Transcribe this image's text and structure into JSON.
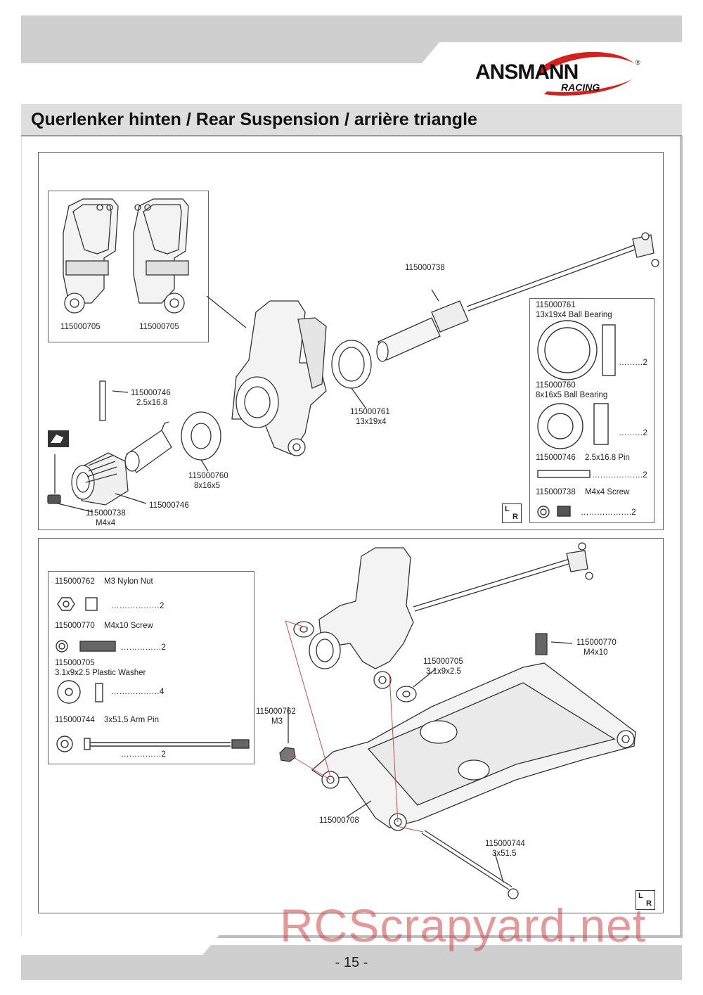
{
  "header": {
    "brand": "ANSMANN",
    "brand_sub": "RACING",
    "registered": "®"
  },
  "title": "Querlenker hinten / Rear Suspension / arrière triangle",
  "panel1": {
    "inset_labels": [
      "115000705",
      "115000705"
    ],
    "callouts": {
      "p738_top": "115000738",
      "p746_pin": "115000746",
      "p746_pin_size": "2.5x16.8",
      "p761": "115000761",
      "p761_size": "13x19x4",
      "p760": "115000760",
      "p760_size": "8x16x5",
      "p746_hub": "115000746",
      "p738_bottom": "115000738",
      "p738_bottom_size": "M4x4"
    },
    "parts_list": [
      {
        "id": "115000761",
        "desc": "13x19x4 Ball Bearing",
        "qty": "………2"
      },
      {
        "id": "115000760",
        "desc": "8x16x5 Ball Bearing",
        "qty": "………2"
      },
      {
        "id": "115000746",
        "desc": "2.5x16.8 Pin",
        "qty": "……………….2"
      },
      {
        "id": "115000738",
        "desc": "M4x4 Screw",
        "qty": "……………….2"
      }
    ],
    "lr_badge": {
      "l": "L",
      "r": "R"
    }
  },
  "panel2": {
    "parts_list": [
      {
        "id": "115000762",
        "desc": "M3 Nylon Nut",
        "qty": "………………2"
      },
      {
        "id": "115000770",
        "desc": "M4x10 Screw",
        "qty": "……………2"
      },
      {
        "id": "115000705",
        "desc": "3.1x9x2.5 Plastic Washer",
        "qty": "………………4"
      },
      {
        "id": "115000744",
        "desc": "3x51.5 Arm Pin",
        "qty": "……………2"
      }
    ],
    "callouts": {
      "p770": "115000770",
      "p770_size": "M4x10",
      "p705": "115000705",
      "p705_size": "3.1x9x2.5",
      "p762": "115000762",
      "p762_size": "M3",
      "p708": "115000708",
      "p744": "115000744",
      "p744_size": "3x51.5"
    },
    "lr_badge": {
      "l": "L",
      "r": "R"
    }
  },
  "page_number": "- 15 -",
  "watermark": "RCScrapyard.net"
}
